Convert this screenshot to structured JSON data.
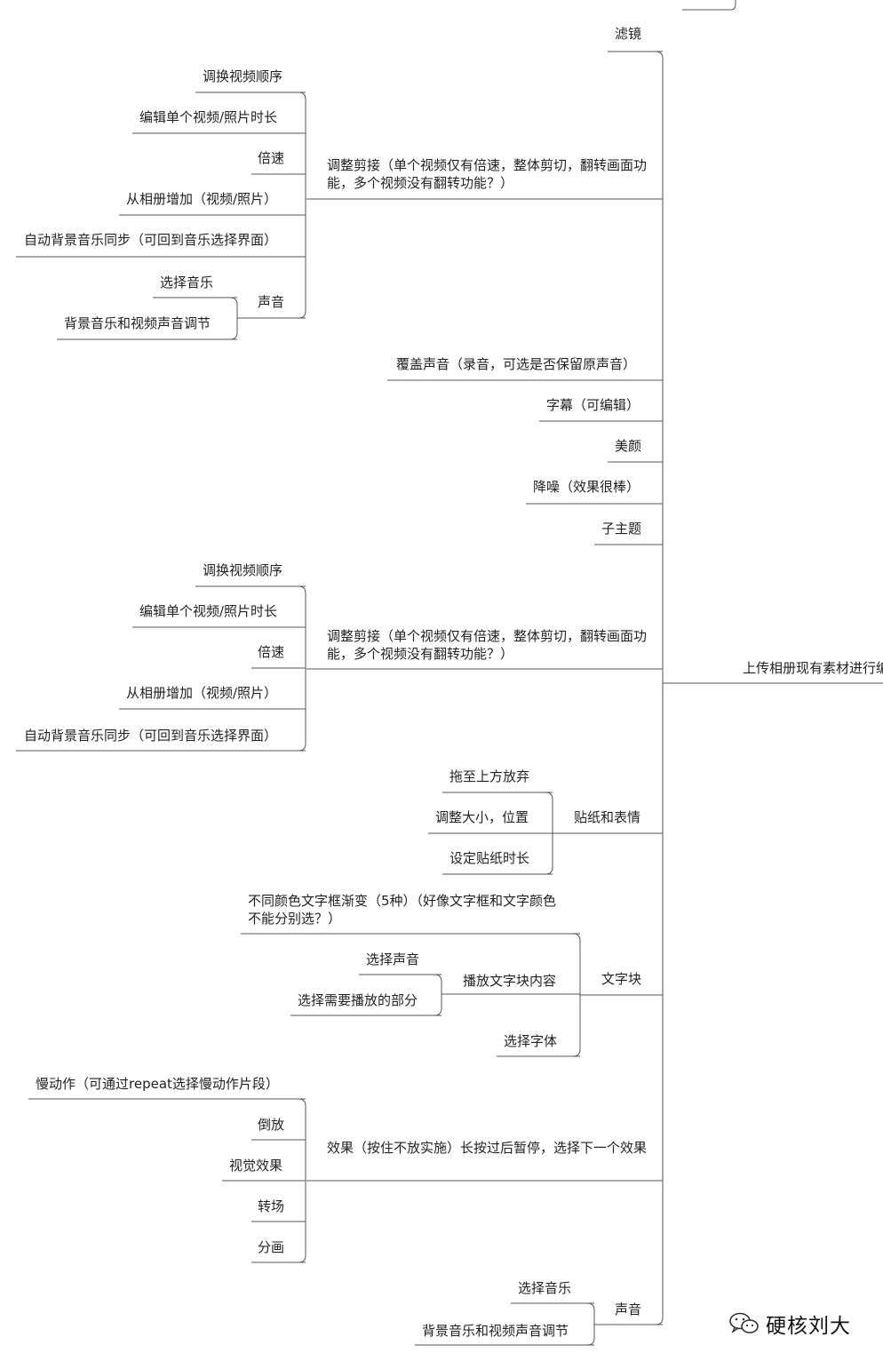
{
  "colors": {
    "line": "#555555",
    "text": "#222222",
    "background": "#ffffff"
  },
  "root": {
    "label": "上传相册现有素材进行编"
  },
  "nodes": {
    "filter": "滤镜",
    "adjust_clip_1": "调整剪接（单个视频仅有倍速，整体剪切，翻转画面功能，多个视频没有翻转功能？）",
    "swap_order_1": "调换视频顺序",
    "edit_duration_1": "编辑单个视频/照片时长",
    "speed_1": "倍速",
    "add_from_album_1": "从相册增加（视频/照片）",
    "auto_bgm_sync_1": "自动背景音乐同步（可回到音乐选择界面）",
    "sound_1": "声音",
    "choose_music_1": "选择音乐",
    "bgm_video_balance_1": "背景音乐和视频声音调节",
    "voiceover": "覆盖声音（录音，可选是否保留原声音）",
    "subtitles": "字幕（可编辑）",
    "beauty": "美颜",
    "denoise": "降噪（效果很棒）",
    "subtopic": "子主题",
    "adjust_clip_2": "调整剪接（单个视频仅有倍速，整体剪切，翻转画面功能，多个视频没有翻转功能？）",
    "swap_order_2": "调换视频顺序",
    "edit_duration_2": "编辑单个视频/照片时长",
    "speed_2": "倍速",
    "add_from_album_2": "从相册增加（视频/照片）",
    "auto_bgm_sync_2": "自动背景音乐同步（可回到音乐选择界面）",
    "stickers": "贴纸和表情",
    "drag_discard": "拖至上方放弃",
    "resize_position": "调整大小，位置",
    "sticker_duration": "设定贴纸时长",
    "text_block": "文字块",
    "text_gradient": "不同颜色文字框渐变（5种）（好像文字框和文字颜色不能分别选？）",
    "play_text": "播放文字块内容",
    "choose_voice": "选择声音",
    "choose_part": "选择需要播放的部分",
    "choose_font": "选择字体",
    "effects": "效果（按住不放实施）长按过后暂停，选择下一个效果",
    "slow_motion": "慢动作（可通过repeat选择慢动作片段）",
    "reverse": "倒放",
    "visual_effects": "视觉效果",
    "transition": "转场",
    "split_screen": "分画",
    "sound_2": "声音",
    "choose_music_2": "选择音乐",
    "bgm_video_balance_2": "背景音乐和视频声音调节"
  },
  "watermark": {
    "text": "硬核刘大",
    "icon": "wechat-icon"
  }
}
